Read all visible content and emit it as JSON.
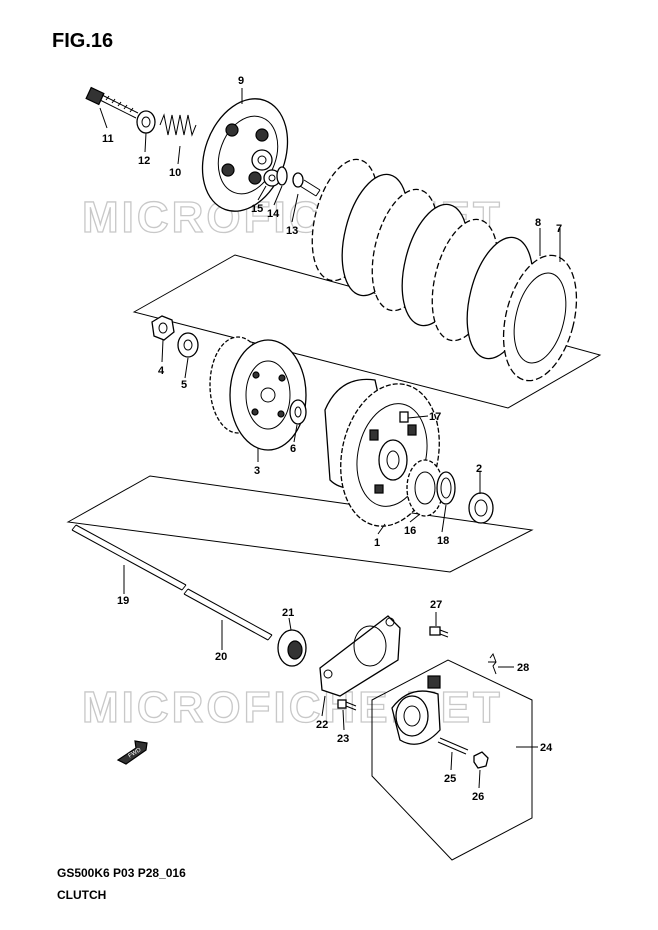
{
  "header": {
    "fig_title": "FIG.16"
  },
  "footer": {
    "model_code": "GS500K6 P03 P28_016",
    "section_name": "CLUTCH"
  },
  "watermark": "MICROFICHE.NET",
  "fwd_label": "FWD",
  "callouts": {
    "p1": "1",
    "p2": "2",
    "p3": "3",
    "p4": "4",
    "p5": "5",
    "p6": "6",
    "p7": "7",
    "p8": "8",
    "p9": "9",
    "p10": "10",
    "p11": "11",
    "p12": "12",
    "p13": "13",
    "p14": "14",
    "p15": "15",
    "p16": "16",
    "p17": "17",
    "p18": "18",
    "p19": "19",
    "p20": "20",
    "p21": "21",
    "p22": "22",
    "p23": "23",
    "p24": "24",
    "p25": "25",
    "p26": "26",
    "p27": "27",
    "p28": "28"
  }
}
